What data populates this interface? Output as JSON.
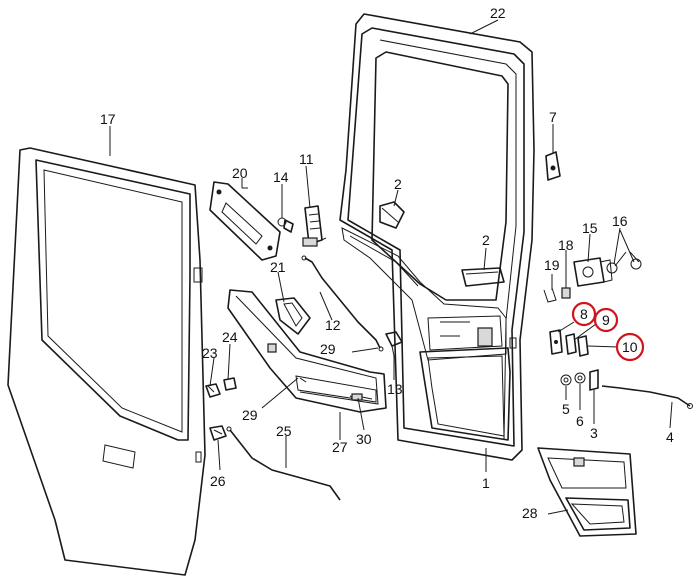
{
  "callouts": {
    "c1": "1",
    "c2a": "2",
    "c2b": "2",
    "c3": "3",
    "c4": "4",
    "c5": "5",
    "c6": "6",
    "c7": "7",
    "c8": "8",
    "c9": "9",
    "c10": "10",
    "c11": "11",
    "c12": "12",
    "c13": "13",
    "c14": "14",
    "c15": "15",
    "c16": "16",
    "c17": "17",
    "c18": "18",
    "c19": "19",
    "c20": "20",
    "c21": "21",
    "c22": "22",
    "c23": "23",
    "c24": "24",
    "c25": "25",
    "c26": "26",
    "c27": "27",
    "c28": "28",
    "c29a": "29",
    "c29b": "29",
    "c30": "30"
  },
  "highlight_color": "#d0141b",
  "highlighted_parts": [
    "8",
    "9",
    "10"
  ]
}
